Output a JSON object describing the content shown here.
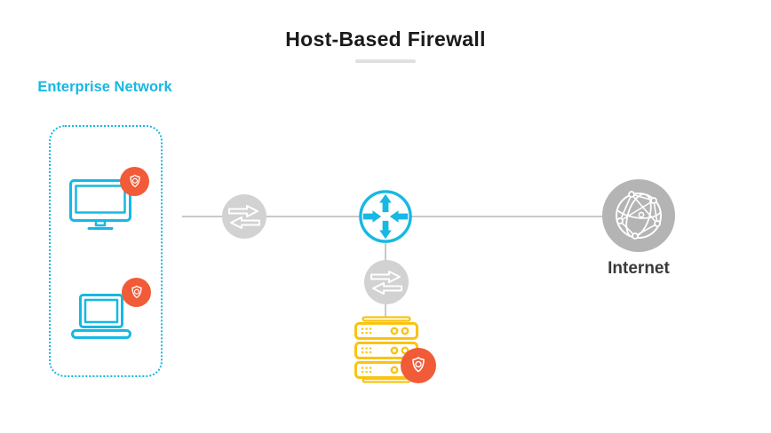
{
  "title": "Host-Based Firewall",
  "enterprise": {
    "label": "Enterprise Network"
  },
  "internet": {
    "label": "Internet"
  },
  "icons": {
    "desktop-icon": "desktop monitor outline (cyan)",
    "laptop-icon": "laptop outline (cyan)",
    "shield-badge-icon": "white shield inside orange circle (host firewall)",
    "transfer-icon": "bidirectional arrows in gray circle (traffic)",
    "router-icon": "four-direction arrows in cyan circle (router)",
    "server-icon": "stacked server rack outline (yellow)",
    "internet-globe-icon": "network globe in gray circle"
  },
  "colors": {
    "accent_cyan": "#17b8e3",
    "badge_orange": "#f15b38",
    "server_yellow": "#f9c313",
    "node_gray": "#d2d2d2",
    "globe_gray": "#b4b4b4",
    "line_gray": "#c9c9c9",
    "underline_gray": "#e0e0e0",
    "title_text": "#1a1a1a",
    "internet_text": "#3a3a3a"
  }
}
